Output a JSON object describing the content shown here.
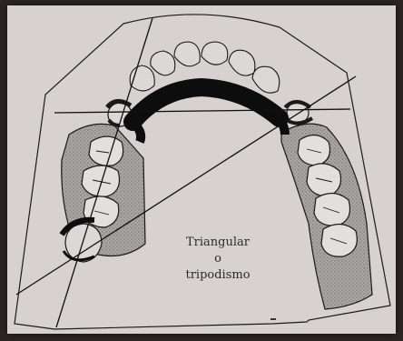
{
  "figure": {
    "caption_lines": [
      "Triangular",
      "o",
      "tripodismo"
    ],
    "colors": {
      "page": "#d7d2cf",
      "ink": "#1a1a1a",
      "stipple": "#8d8a88",
      "background": "#2a2522"
    },
    "elements": {
      "arch_outline": "dental-arch-outline",
      "incisors": 6,
      "major_connector": "horseshoe-bar",
      "reference_lines": 3,
      "support_points": 3
    }
  }
}
